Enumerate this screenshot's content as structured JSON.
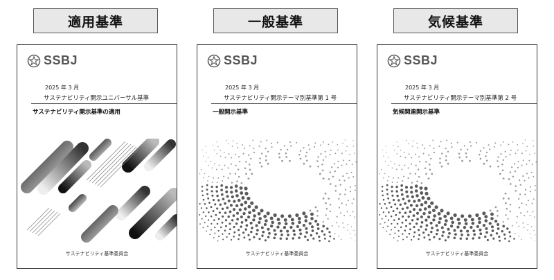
{
  "labels": [
    "適用基準",
    "一般基準",
    "気候基準"
  ],
  "docs": [
    {
      "logo": "SSBJ",
      "date": "2025 年 3 月",
      "standard": "サステナビリティ開示ユニバーサル基準",
      "subtitle": "サステナビリティ開示基準の適用",
      "footer": "サステナビリティ基準委員会",
      "art": "diagonal-stripes"
    },
    {
      "logo": "SSBJ",
      "date": "2025 年 3 月",
      "standard": "サステナビリティ開示テーマ別基準第 1 号",
      "subtitle": "一般開示基準",
      "footer": "サステナビリティ基準委員会",
      "art": "dot-ring"
    },
    {
      "logo": "SSBJ",
      "date": "2025 年 3 月",
      "standard": "サステナビリティ開示テーマ別基準第 2 号",
      "subtitle": "気候関連開示基準",
      "footer": "サステナビリティ基準委員会",
      "art": "dot-ring"
    }
  ],
  "icons": {
    "logo": "ssbj-star-logo-icon"
  }
}
